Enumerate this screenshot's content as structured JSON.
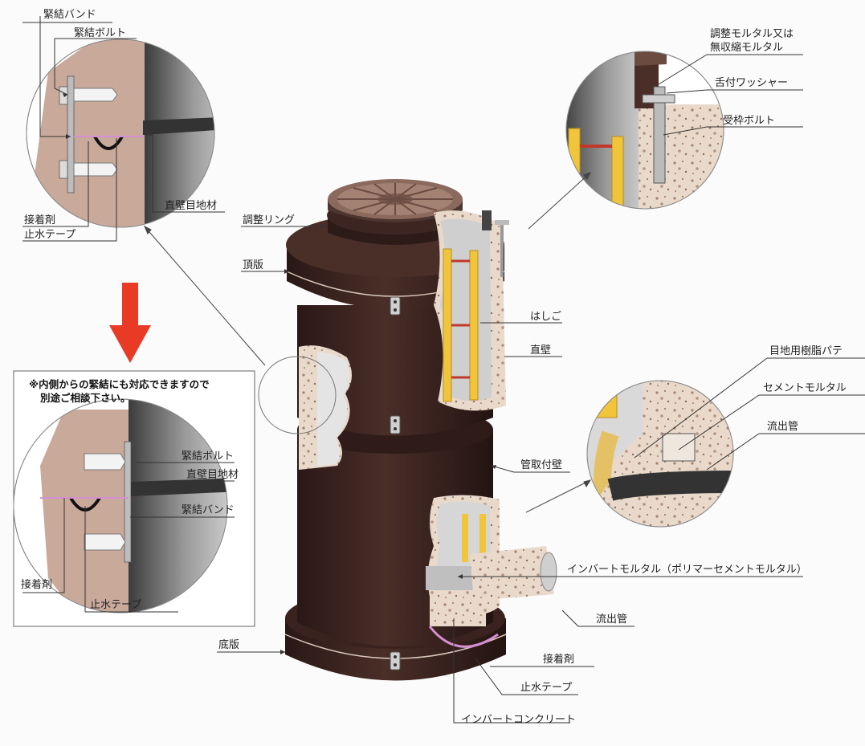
{
  "colors": {
    "body": "#3b2521",
    "body_dark": "#241513",
    "body_light": "#5a3a33",
    "concrete": "#e7d7c8",
    "wall_section": "#c9a99a",
    "ladder": "#f0c53b",
    "arrow": "#e83a24",
    "pipe": "#d9d9d9"
  },
  "note": {
    "line1": "※内側からの緊結にも対応できますので",
    "line2": "別途ご相談下さい。"
  },
  "labels": {
    "tl_band": "緊結バンド",
    "tl_bolt": "緊結ボルト",
    "tl_adhesive": "接着剤",
    "tl_tape": "止水テープ",
    "tl_joint": "直壁目地材",
    "tr_mortar_1": "調整モルタル又は",
    "tr_mortar_2": "無収縮モルタル",
    "tr_washer": "舌付ワッシャー",
    "tr_bolt": "受枠ボルト",
    "ring": "調整リング",
    "top_slab": "頂版",
    "ladder": "はしご",
    "wall": "直壁",
    "pipe_wall": "管取付壁",
    "mr_resin": "目地用樹脂パテ",
    "mr_cement": "セメントモルタル",
    "mr_outflow": "流出管",
    "bl_bolt": "緊結ボルト",
    "bl_joint": "直壁目地材",
    "bl_band": "緊結バンド",
    "bl_adhesive": "接着剤",
    "bl_tape": "止水テープ",
    "invert_mortar": "インバートモルタル（ポリマーセメントモルタル）",
    "outflow": "流出管",
    "bottom": "底版",
    "adhesive": "接着剤",
    "tape": "止水テープ",
    "invert_concrete": "インバートコンクリート"
  }
}
